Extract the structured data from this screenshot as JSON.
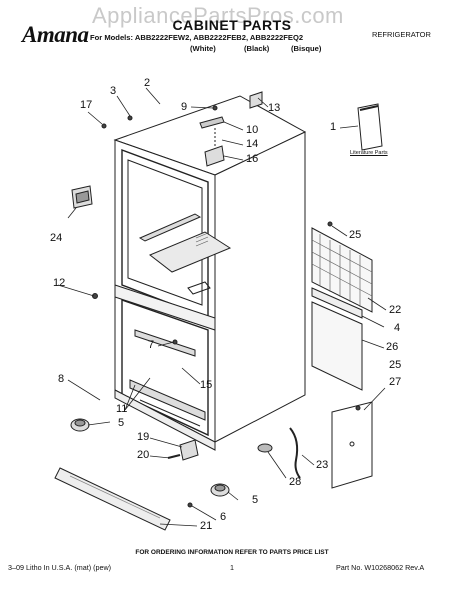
{
  "watermark": "AppliancePartsPros.com",
  "brand": "Amana",
  "title": "CABINET PARTS",
  "models_line": "For Models: ABB2222FEW2, ABB2222FEB2, ABB2222FEQ2",
  "colors": [
    "(White)",
    "(Black)",
    "(Bisque)"
  ],
  "category": "REFRIGERATOR",
  "literature_label": "Literature Parts",
  "callouts": [
    "1",
    "2",
    "3",
    "4",
    "5",
    "5",
    "6",
    "7",
    "8",
    "9",
    "10",
    "11",
    "12",
    "13",
    "14",
    "15",
    "16",
    "17",
    "19",
    "20",
    "21",
    "22",
    "23",
    "24",
    "25",
    "25",
    "26",
    "27",
    "28"
  ],
  "footer": {
    "notice": "FOR ORDERING INFORMATION REFER TO PARTS PRICE LIST",
    "litho": "3–09 Litho In U.S.A. (mat) (pew)",
    "page": "1",
    "part_number": "Part No. W10268062 Rev.A"
  }
}
